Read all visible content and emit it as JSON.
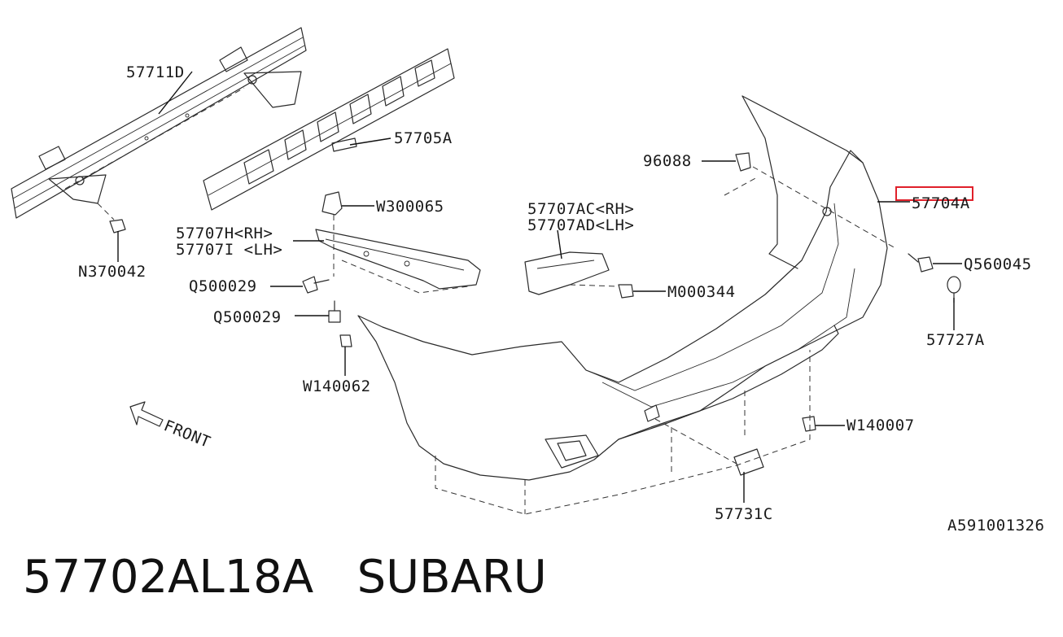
{
  "diagram_id": "A591001326",
  "highlight_color": "#e0202a",
  "front_label": "FRONT",
  "caption": {
    "part_number": "57702AL18A",
    "brand": "SUBARU"
  },
  "labels": {
    "p57711D": "57711D",
    "p57705A": "57705A",
    "p96088": "96088",
    "p57704A": "57704A",
    "pW300065": "W300065",
    "p57707H": "57707H<RH>",
    "p57707I": "57707I <LH>",
    "p57707AC": "57707AC<RH>",
    "p57707AD": "57707AD<LH>",
    "pN370042": "N370042",
    "pQ500029a": "Q500029",
    "pQ500029b": "Q500029",
    "pQ560045": "Q560045",
    "pM000344": "M000344",
    "p57727A": "57727A",
    "pW140062": "W140062",
    "pW140007": "W140007",
    "p57731C": "57731C"
  }
}
